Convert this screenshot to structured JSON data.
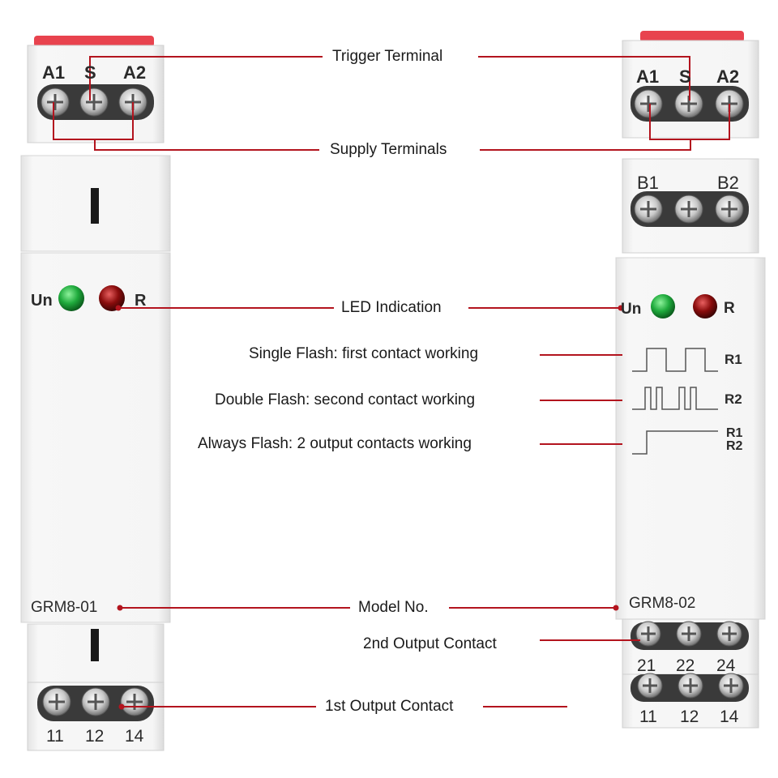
{
  "left_device": {
    "top_terminals": [
      "A1",
      "S",
      "A2"
    ],
    "led_un": "Un",
    "led_r": "R",
    "model": "GRM8-01",
    "bottom_terminals": [
      "11",
      "12",
      "14"
    ]
  },
  "right_device": {
    "top_terminals": [
      "A1",
      "S",
      "A2"
    ],
    "mid_terminals": [
      "B1",
      "B2"
    ],
    "led_un": "Un",
    "led_r": "R",
    "pulse_labels": [
      "R1",
      "R2",
      "R1",
      "R2"
    ],
    "model": "GRM8-02",
    "terminals_2nd": [
      "21",
      "22",
      "24"
    ],
    "terminals_1st": [
      "11",
      "12",
      "14"
    ]
  },
  "callouts": {
    "trigger": "Trigger Terminal",
    "supply": "Supply Terminals",
    "led": "LED Indication",
    "single_flash": "Single Flash: first contact working",
    "double_flash": "Double Flash: second contact working",
    "always_flash": "Always Flash: 2 output contacts working",
    "model": "Model No.",
    "second_output": "2nd Output Contact",
    "first_output": "1st Output Contact"
  },
  "colors": {
    "line": "#b3141e",
    "led_green": "#1faa3c",
    "led_red": "#8a0c0c",
    "housing": "#f2f2f2",
    "cap": "#e8434e"
  }
}
